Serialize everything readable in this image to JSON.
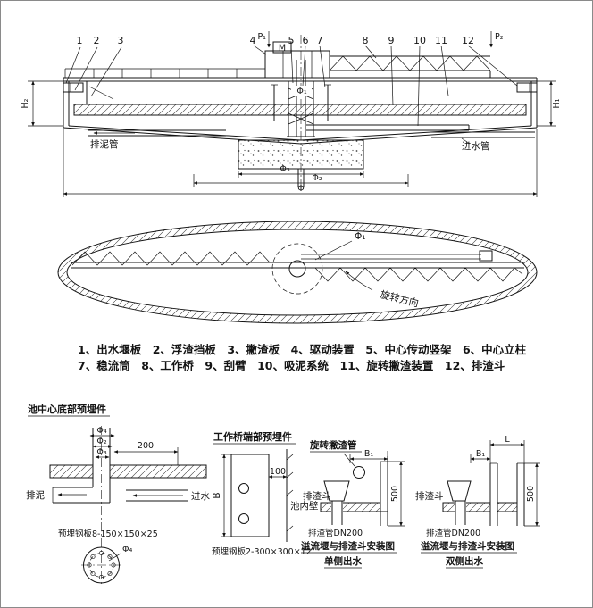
{
  "section_view": {
    "callouts": [
      "1",
      "2",
      "3",
      "4",
      "5",
      "6",
      "7",
      "8",
      "9",
      "10",
      "11",
      "12"
    ],
    "load_p1": "P₁",
    "load_p2": "P₂",
    "motor": "M",
    "dim_h_left": "H₂",
    "dim_h_right": "H₁",
    "dim_phi1": "Φ₁",
    "dim_phi2": "Φ₂",
    "dim_phi3": "Φ₃",
    "dim_phi_overall": "Φ",
    "drain_pipe": "排泥管",
    "inlet_pipe": "进水管"
  },
  "plan_view": {
    "dim_phi1": "Φ₁",
    "rotation_direction": "旋转方向"
  },
  "legend": {
    "line1": "1、出水堰板　2、浮渣挡板　3、撇渣板　4、驱动装置　5、中心传动竖架　6、中心立柱",
    "line2": "7、稳流筒　8、工作桥　9、刮臂　10、吸泥系统　11、旋转撇渣装置　12、排渣斗"
  },
  "detail_center_base": {
    "title": "池中心底部预埋件",
    "dim_phi4": "Φ₄",
    "dim_phi2": "Φ₂",
    "dim_phi3": "Φ₃",
    "dim_200": "200",
    "drain": "排泥",
    "inlet": "进水",
    "plate_note": "预埋钢板8-150×150×25",
    "flange_phi4": "Φ₄"
  },
  "detail_bridge_end": {
    "title": "工作桥端部预埋件",
    "dim_100": "100",
    "dim_b": "B",
    "inner_wall": "池内壁",
    "plate_note": "预埋钢板2-300×300×12"
  },
  "detail_single_outlet": {
    "skimmer_pipe": "旋转撇渣管",
    "dim_b1": "B₁",
    "dim_500": "500",
    "hopper": "排渣斗",
    "discharge_pipe": "排渣管DN200",
    "caption": "溢流堰与排渣斗安装图",
    "subcaption": "单侧出水"
  },
  "detail_double_outlet": {
    "dim_l": "L",
    "dim_b1": "B₁",
    "dim_500": "500",
    "hopper": "排渣斗",
    "discharge_pipe": "排渣管DN200",
    "caption": "溢流堰与排渣斗安装图",
    "subcaption": "双侧出水"
  }
}
